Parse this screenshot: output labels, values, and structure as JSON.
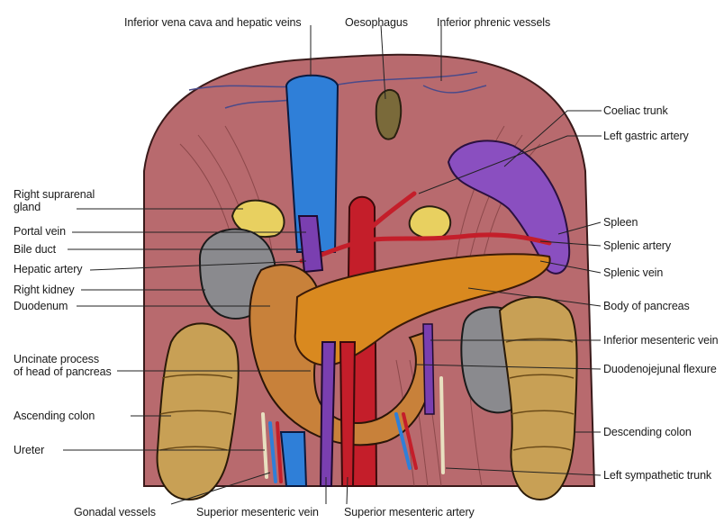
{
  "labels": {
    "top": {
      "ivc_hepatic": "Inferior vena cava and hepatic veins",
      "oesophagus": "Oesophagus",
      "inferior_phrenic": "Inferior phrenic vessels"
    },
    "left": {
      "right_suprarenal_l1": "Right suprarenal",
      "right_suprarenal_l2": "gland",
      "portal_vein": "Portal vein",
      "bile_duct": "Bile duct",
      "hepatic_artery": "Hepatic artery",
      "right_kidney": "Right kidney",
      "duodenum": "Duodenum",
      "uncinate_l1": "Uncinate process",
      "uncinate_l2": "of head of pancreas",
      "ascending_colon": "Ascending colon",
      "ureter": "Ureter"
    },
    "right": {
      "coeliac_trunk": "Coeliac trunk",
      "left_gastric": "Left gastric artery",
      "spleen": "Spleen",
      "splenic_artery": "Splenic artery",
      "splenic_vein": "Splenic vein",
      "body_pancreas": "Body of pancreas",
      "inferior_mesenteric_vein": "Inferior mesenteric vein",
      "duodenojejunal": "Duodenojejunal flexure",
      "descending_colon": "Descending colon",
      "left_sympathetic": "Left sympathetic trunk"
    },
    "bottom": {
      "gonadal": "Gonadal vessels",
      "superior_mesenteric_vein": "Superior mesenteric vein",
      "superior_mesenteric_artery": "Superior mesenteric artery"
    }
  },
  "colors": {
    "diaphragm": "#b86a6e",
    "muscle": "#b8888a",
    "ivc": "#2f7fd8",
    "aorta": "#c41e2a",
    "vein_purple": "#7a3fb0",
    "kidney": "#8a8a8e",
    "pancreas": "#d9891f",
    "duodenum": "#c8813a",
    "colon": "#c8a055",
    "suprarenal": "#e8d060",
    "spleen": "#8a4fc0"
  }
}
